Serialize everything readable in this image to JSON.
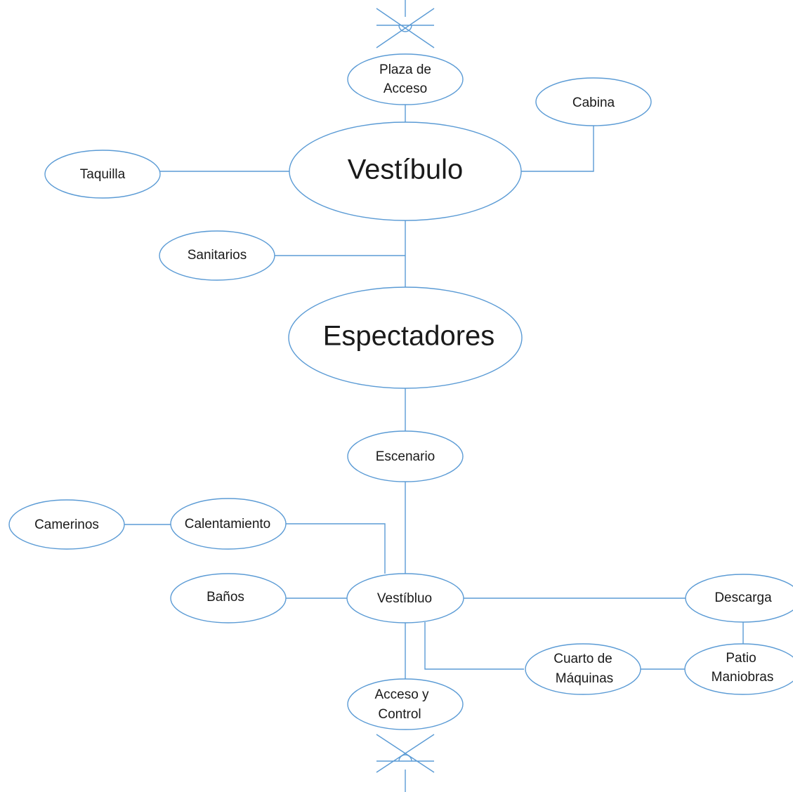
{
  "diagram": {
    "line_color": "#5b9bd5",
    "nodes": [
      {
        "id": "plaza-de-acceso",
        "lines": [
          "Plaza de",
          "Acceso"
        ]
      },
      {
        "id": "cabina",
        "lines": [
          "Cabina"
        ]
      },
      {
        "id": "vestibulo",
        "lines": [
          "Vestíbulo"
        ]
      },
      {
        "id": "taquilla",
        "lines": [
          "Taquilla"
        ]
      },
      {
        "id": "sanitarios",
        "lines": [
          "Sanitarios"
        ]
      },
      {
        "id": "espectadores",
        "lines": [
          "Espectadores"
        ]
      },
      {
        "id": "escenario",
        "lines": [
          "Escenario"
        ]
      },
      {
        "id": "camerinos",
        "lines": [
          "Camerinos"
        ]
      },
      {
        "id": "calentamiento",
        "lines": [
          "Calentamiento"
        ]
      },
      {
        "id": "banos",
        "lines": [
          "Baños"
        ]
      },
      {
        "id": "vestibluo",
        "lines": [
          "Vestíbluo"
        ]
      },
      {
        "id": "descarga",
        "lines": [
          "Descarga"
        ]
      },
      {
        "id": "cuarto-de-maquinas",
        "lines": [
          "Cuarto de",
          "Máquinas"
        ]
      },
      {
        "id": "patio-maniobras",
        "lines": [
          "Patio",
          "Maniobras"
        ]
      },
      {
        "id": "acceso-y-control",
        "lines": [
          "Acceso y",
          "Control"
        ]
      }
    ]
  }
}
